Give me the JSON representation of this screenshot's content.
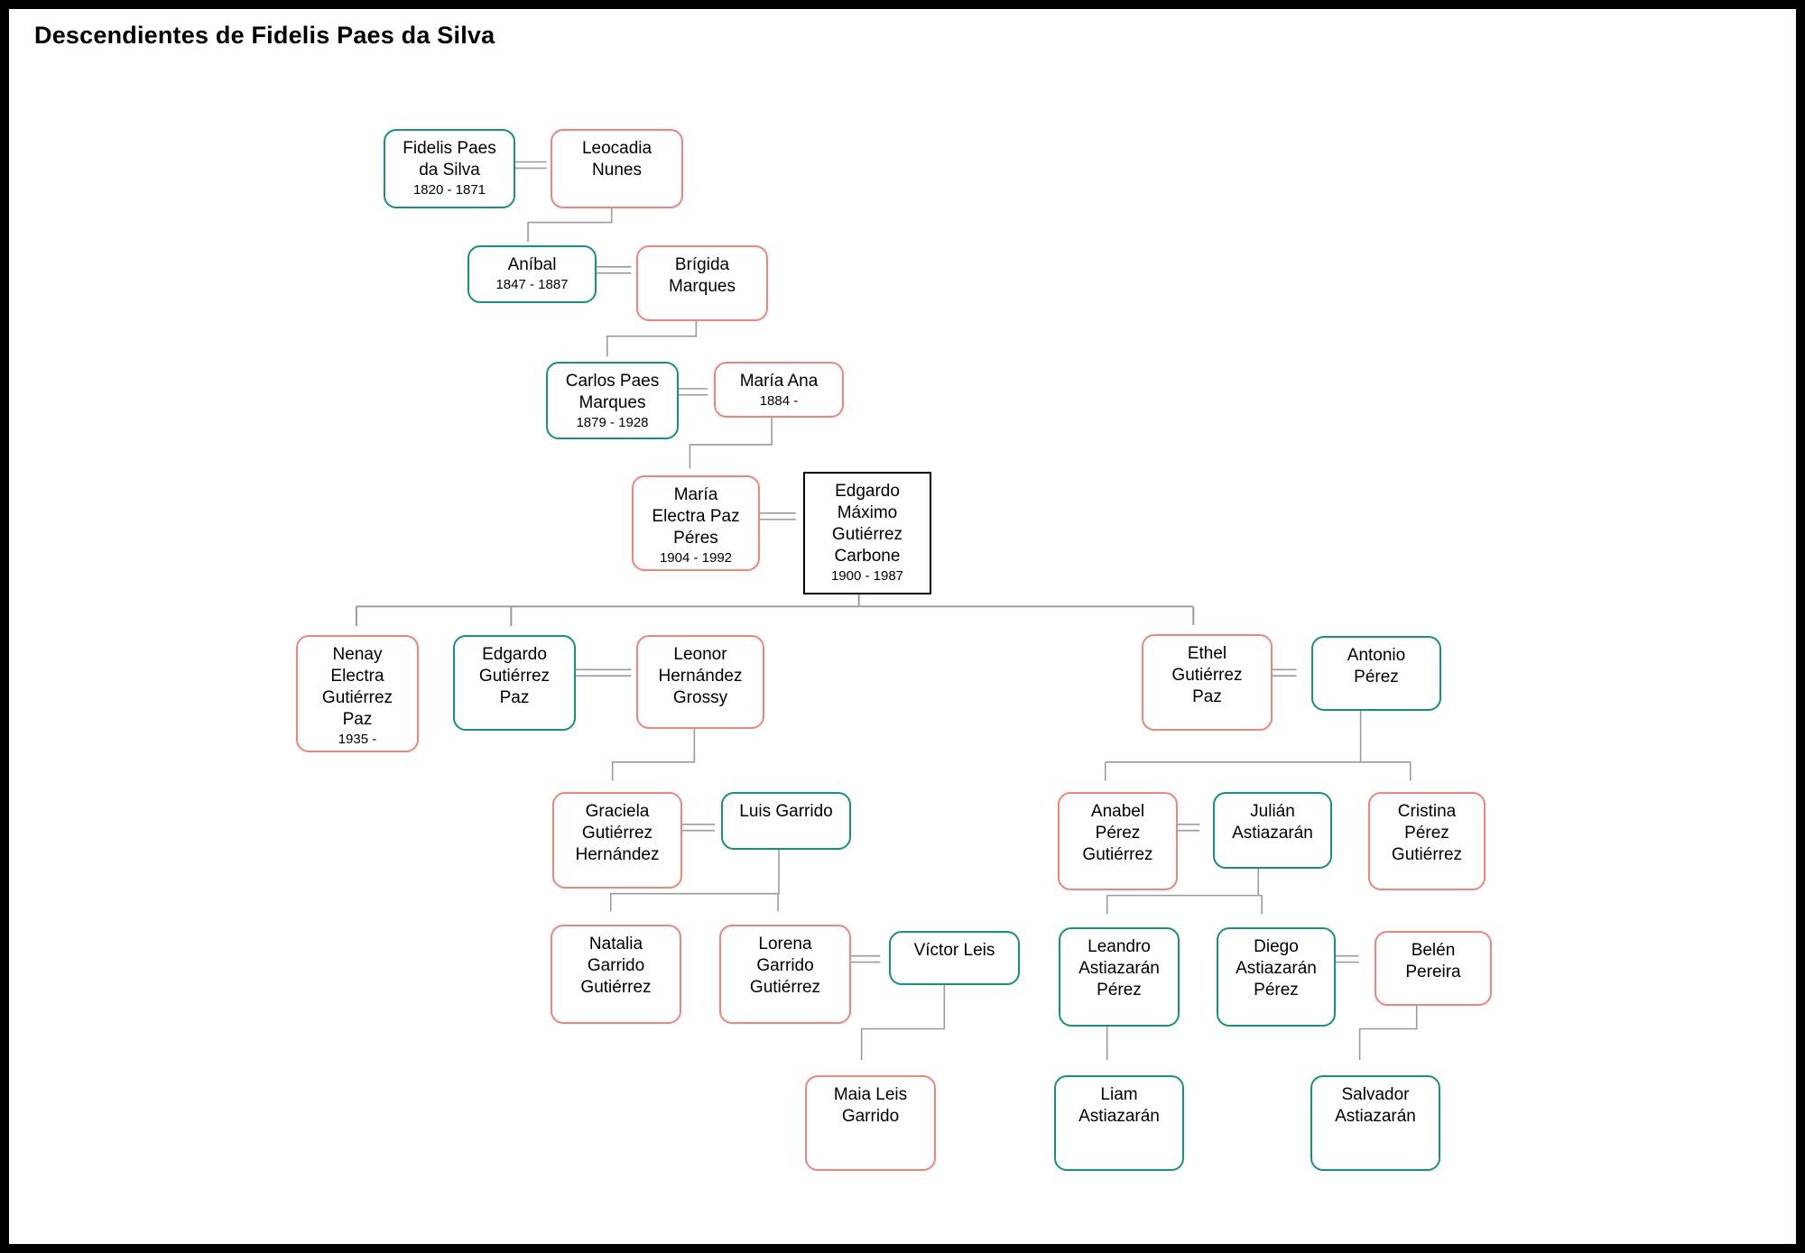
{
  "title": "Descendientes de Fidelis Paes da Silva",
  "colors": {
    "male_border": "#14917f",
    "female_border": "#f4837b",
    "focus_border": "#000000",
    "connector": "#9a9a9a"
  },
  "people": {
    "fidelis": {
      "name": "Fidelis Paes\nda Silva",
      "dates": "1820 - 1871"
    },
    "leocadia": {
      "name": "Leocadia\nNunes"
    },
    "anibal": {
      "name": "Aníbal",
      "dates": "1847 - 1887"
    },
    "brigida": {
      "name": "Brígida\nMarques"
    },
    "carlos": {
      "name": "Carlos Paes\nMarques",
      "dates": "1879 - 1928"
    },
    "maria_ana": {
      "name": "María Ana",
      "dates": "1884 -"
    },
    "maria_electra": {
      "name": "María\nElectra Paz\nPéres",
      "dates": "1904 - 1992"
    },
    "edgardo_maximo": {
      "name": "Edgardo\nMáximo\nGutiérrez\nCarbone",
      "dates": "1900 - 1987"
    },
    "nenay": {
      "name": "Nenay\nElectra\nGutiérrez\nPaz",
      "dates": "1935 -"
    },
    "edgardo_gp": {
      "name": "Edgardo\nGutiérrez\nPaz"
    },
    "leonor": {
      "name": "Leonor\nHernández\nGrossy"
    },
    "ethel": {
      "name": "Ethel\nGutiérrez\nPaz"
    },
    "antonio": {
      "name": "Antonio\nPérez"
    },
    "graciela": {
      "name": "Graciela\nGutiérrez\nHernández"
    },
    "luis": {
      "name": "Luis Garrido"
    },
    "anabel": {
      "name": "Anabel\nPérez\nGutiérrez"
    },
    "julian": {
      "name": "Julián\nAstiazarán"
    },
    "cristina": {
      "name": "Cristina\nPérez\nGutiérrez"
    },
    "natalia": {
      "name": "Natalia\nGarrido\nGutiérrez"
    },
    "lorena": {
      "name": "Lorena\nGarrido\nGutiérrez"
    },
    "victor": {
      "name": "Víctor Leis"
    },
    "leandro": {
      "name": "Leandro\nAstiazarán\nPérez"
    },
    "diego": {
      "name": "Diego\nAstiazarán\nPérez"
    },
    "belen": {
      "name": "Belén\nPereira"
    },
    "maia": {
      "name": "Maia Leis\nGarrido"
    },
    "liam": {
      "name": "Liam\nAstiazarán"
    },
    "salvador": {
      "name": "Salvador\nAstiazarán"
    }
  }
}
